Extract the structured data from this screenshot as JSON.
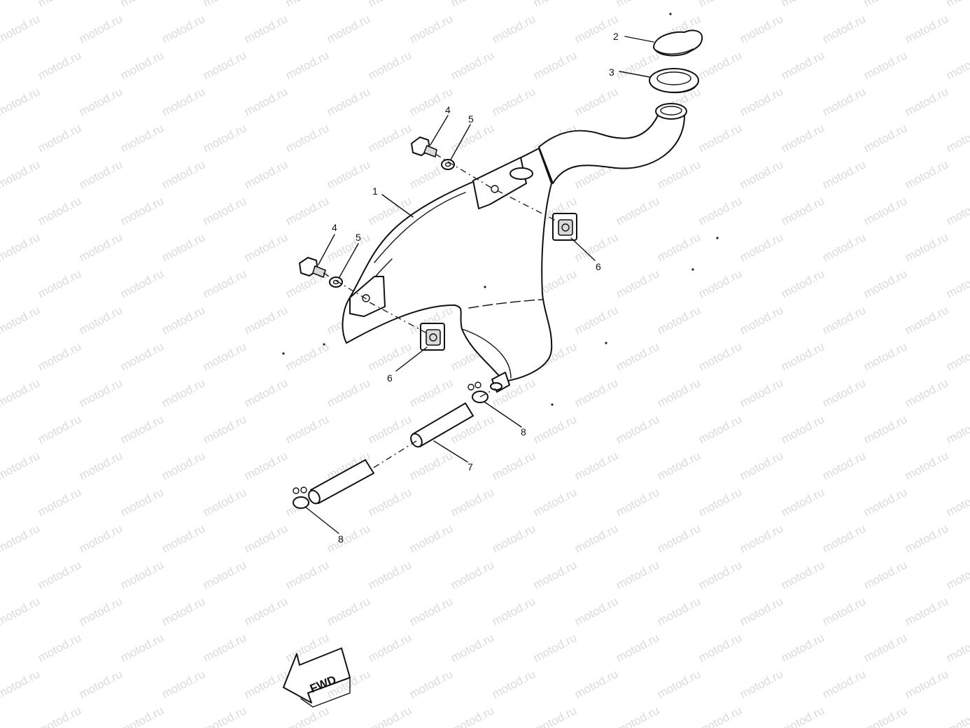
{
  "diagram": {
    "watermark_text": "motod.ru",
    "direction_label": "FWD",
    "callouts": [
      "1",
      "2",
      "3",
      "4",
      "5",
      "4",
      "5",
      "6",
      "6",
      "7",
      "8",
      "8"
    ]
  }
}
